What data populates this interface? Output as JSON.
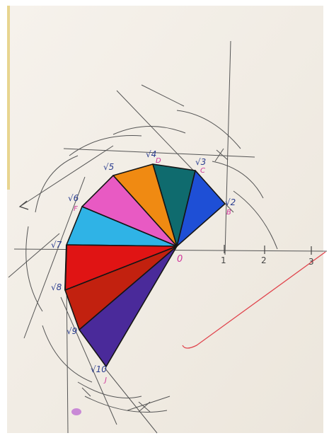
{
  "labels": {
    "o": "0",
    "axis_1": "1",
    "axis_2": "2",
    "axis_3": "3",
    "b": "B",
    "c": "C",
    "d": "D",
    "f": "F",
    "j": "J",
    "r2": "√2",
    "r3": "√3",
    "r4": "√4",
    "r5": "√5",
    "r6": "√6",
    "r7": "√7",
    "r8": "√8",
    "r9": "√9",
    "r10": "√10"
  },
  "colors": {
    "paper": "#f3eee6",
    "blue": "#1e4fd6",
    "teal": "#0f6b6e",
    "orange": "#f08a12",
    "pink": "#e85ac3",
    "cyan": "#2fb3e6",
    "red": "#e01414",
    "red_dark": "#c2210f",
    "purple": "#4a2a9a",
    "pencil": "#555555",
    "label_magenta": "#d0359a",
    "label_navy": "#2a3d8f",
    "red_pen": "#e0454d"
  }
}
